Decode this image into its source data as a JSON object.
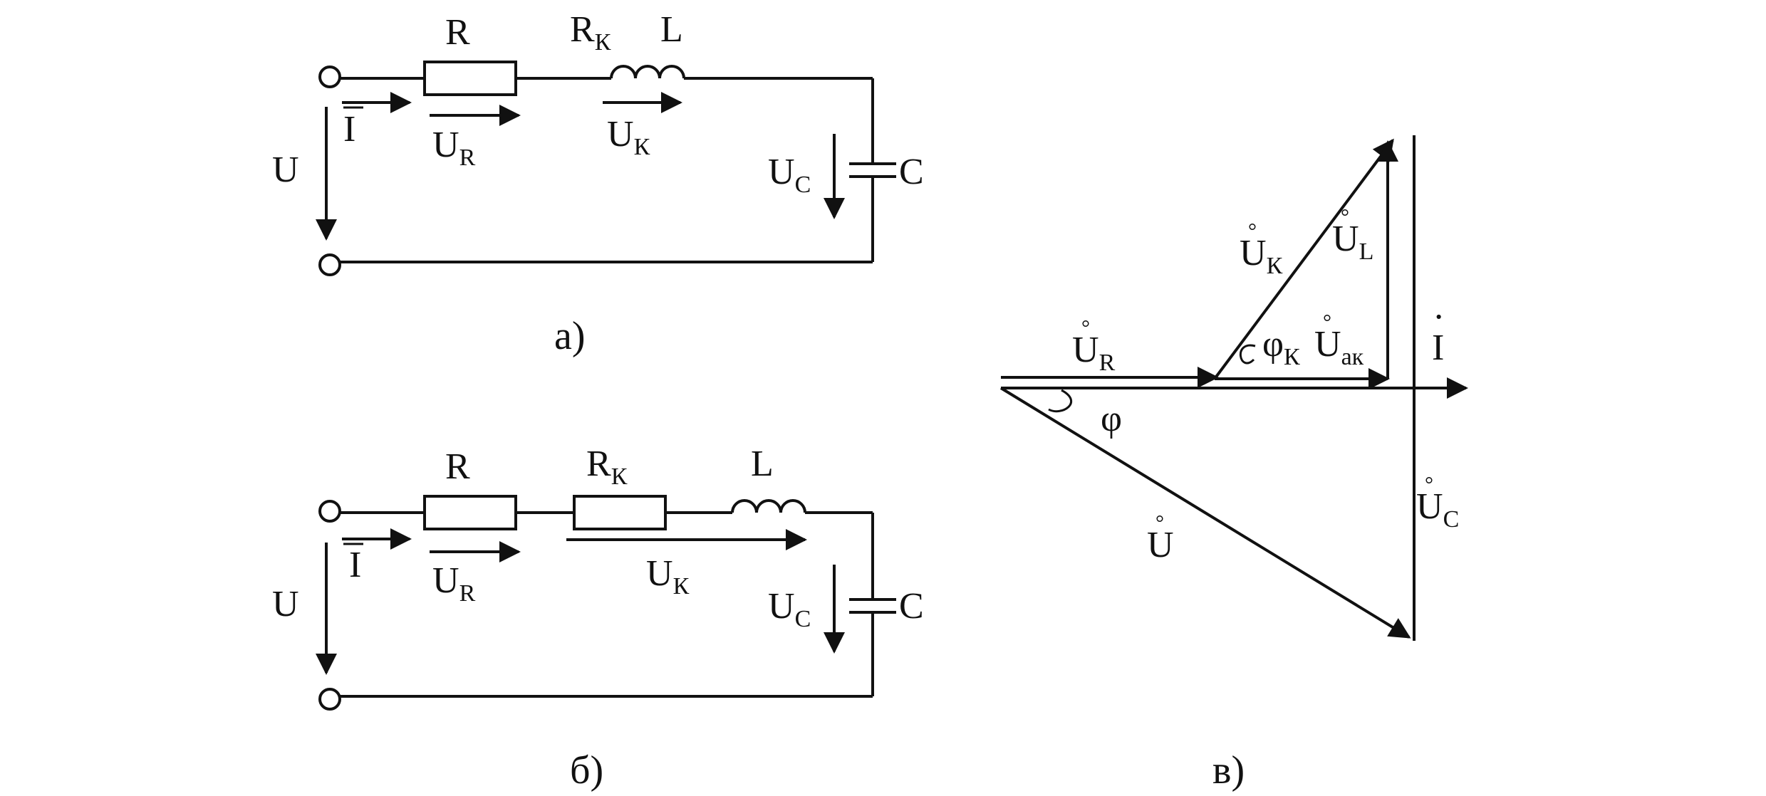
{
  "colors": {
    "ink": "#111111",
    "background": "#ffffff"
  },
  "circuit_a": {
    "caption": "а)",
    "labels": {
      "R": "R",
      "Rk_main": "R",
      "Rk_sub": "К",
      "L": "L",
      "U": "U",
      "I": "I",
      "Ur_main": "U",
      "Ur_sub": "R",
      "Uk_main": "U",
      "Uk_sub": "К",
      "Uc_main": "U",
      "Uc_sub": "C",
      "C": "C"
    }
  },
  "circuit_b": {
    "caption": "б)",
    "labels": {
      "R": "R",
      "Rk_main": "R",
      "Rk_sub": "К",
      "L": "L",
      "U": "U",
      "I": "I",
      "Ur_main": "U",
      "Ur_sub": "R",
      "Uk_main": "U",
      "Uk_sub": "К",
      "Uc_main": "U",
      "Uc_sub": "C",
      "C": "C"
    }
  },
  "phasor": {
    "caption": "в)",
    "labels": {
      "ring": "°",
      "dot": "·",
      "Ur_main": "U",
      "Ur_sub": "R",
      "Uk_main": "U",
      "Uk_sub": "К",
      "Ul_main": "U",
      "Ul_sub": "L",
      "Uak_main": "U",
      "Uak_sub": "ак",
      "Uc_main": "U",
      "Uc_sub": "C",
      "U": "U",
      "I": "I",
      "phik_main": "φ",
      "phik_sub": "К",
      "phi": "φ"
    }
  }
}
